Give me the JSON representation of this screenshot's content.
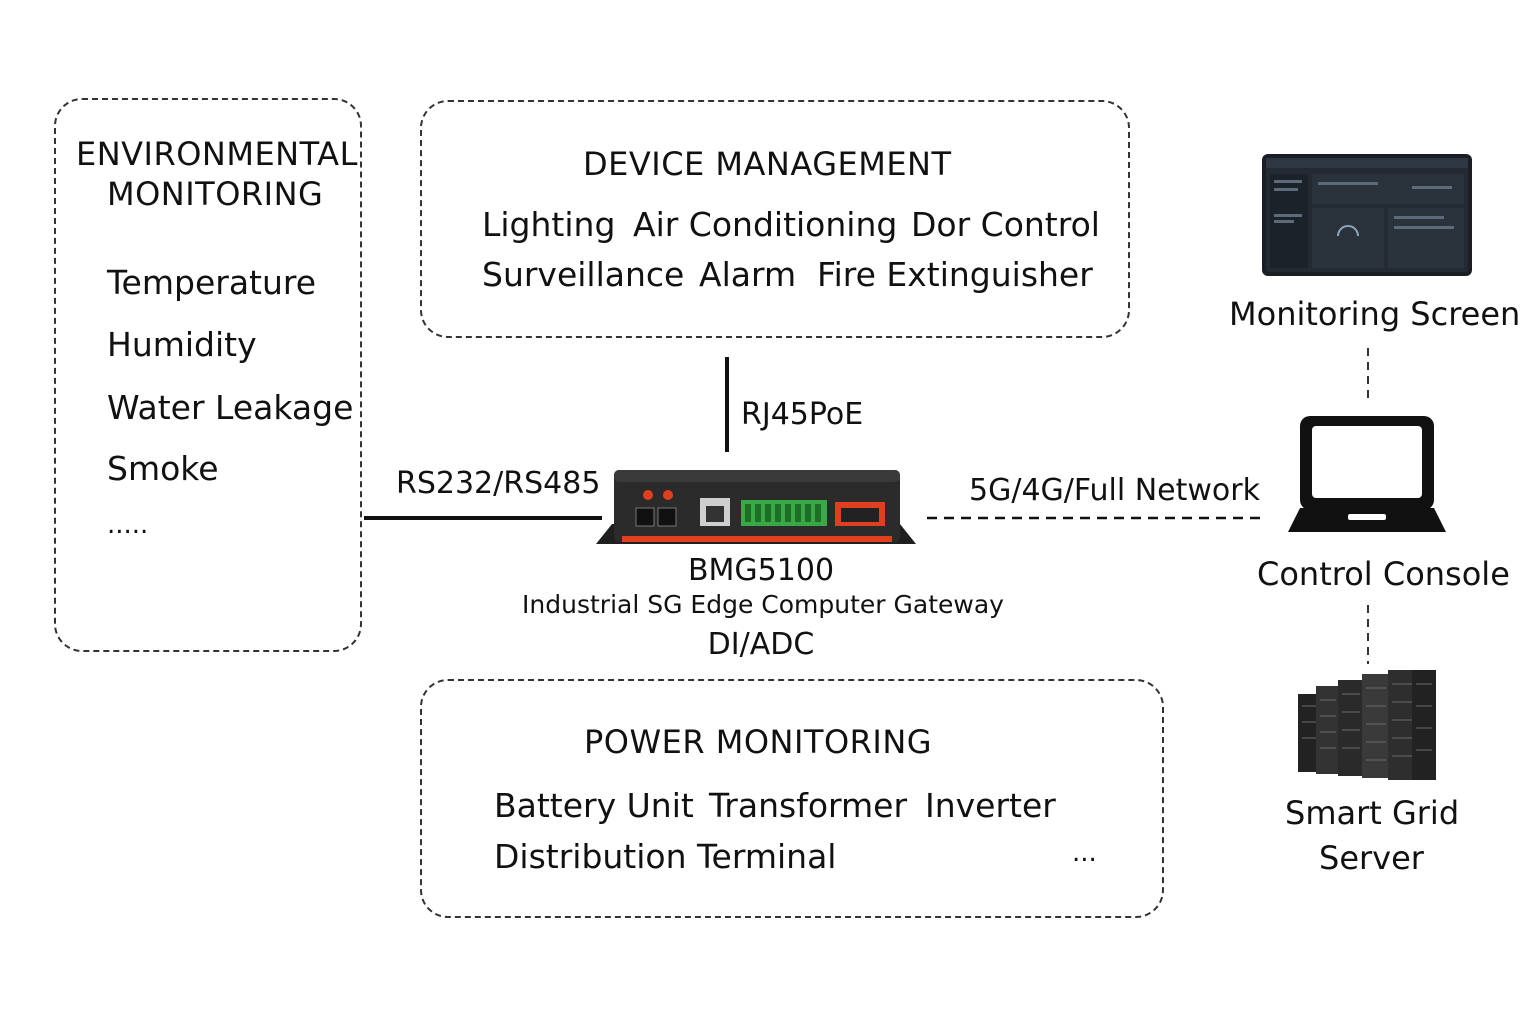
{
  "environmental": {
    "title_line1": "ENVIRONMENTAL",
    "title_line2": "MONITORING",
    "items": [
      "Temperature",
      "Humidity",
      "Water Leakage",
      "Smoke",
      "....."
    ]
  },
  "device_management": {
    "title": "DEVICE MANAGEMENT",
    "row1": [
      "Lighting",
      "Air Conditioning",
      "Dor Control"
    ],
    "row2": [
      "Surveillance",
      "Alarm",
      "Fire Extinguisher"
    ]
  },
  "power_monitoring": {
    "title": "POWER MONITORING",
    "row1": [
      "Battery Unit",
      "Transformer",
      "Inverter"
    ],
    "row2": [
      "Distribution Terminal"
    ],
    "more": "..."
  },
  "gateway": {
    "model": "BMG5100",
    "description": "Industrial SG Edge Computer Gateway",
    "bottom_interface": "DI/ADC"
  },
  "links": {
    "left": "RS232/RS485",
    "top": "RJ45PoE",
    "right": "5G/4G/Full Network"
  },
  "right_column": {
    "monitoring_screen": "Monitoring Screen",
    "control_console": "Control Console",
    "server_line1": "Smart Grid",
    "server_line2": "Server"
  },
  "colors": {
    "gateway_accent": "#e0401f",
    "terminal_green": "#3aa845",
    "device_body": "#2b2b2b"
  }
}
